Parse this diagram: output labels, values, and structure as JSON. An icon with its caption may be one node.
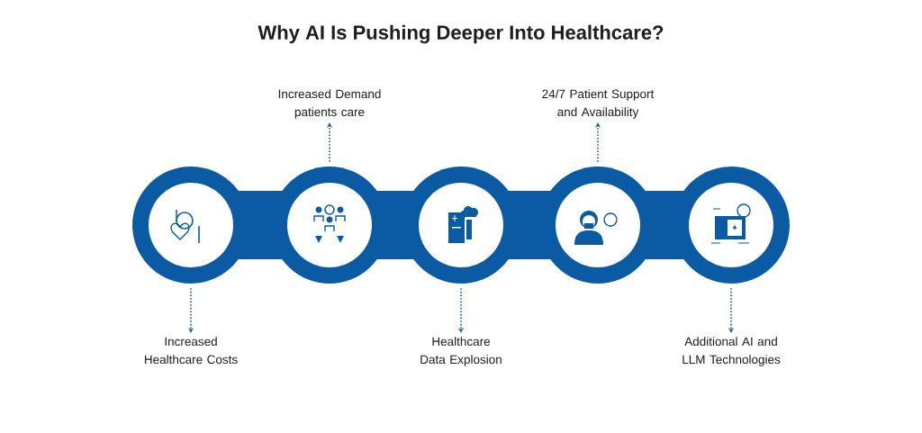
{
  "diagram": {
    "title": "Why AI Is Pushing Deeper Into Healthcare?",
    "nodes": [
      {
        "text": [],
        "shape": "circle"
      },
      {
        "text": [],
        "shape": "circle"
      },
      {
        "text": [],
        "shape": "circle"
      },
      {
        "text": [],
        "shape": "circle"
      },
      {
        "text": [],
        "shape": "circle"
      },
      {
        "text": [
          "Increased Healthcare Costs"
        ]
      },
      {
        "text": [
          "Increased Demand patients care"
        ]
      },
      {
        "text": [
          "Healthcare Data Explosion"
        ]
      },
      {
        "text": [
          "24/7 Patient Support and Availability"
        ]
      },
      {
        "text": [
          "Additional AI and LLM Technologies"
        ]
      }
    ],
    "edges": [
      {
        "from": 0,
        "to": 5,
        "arrow": "to",
        "style": "dashed"
      },
      {
        "from": 1,
        "to": 6,
        "arrow": "to",
        "style": "dashed"
      },
      {
        "from": 2,
        "to": 7,
        "arrow": "to",
        "style": "dashed"
      },
      {
        "from": 3,
        "to": 8,
        "arrow": "to",
        "style": "dashed"
      },
      {
        "from": 4,
        "to": 9,
        "arrow": "to",
        "style": "dashed"
      }
    ]
  }
}
